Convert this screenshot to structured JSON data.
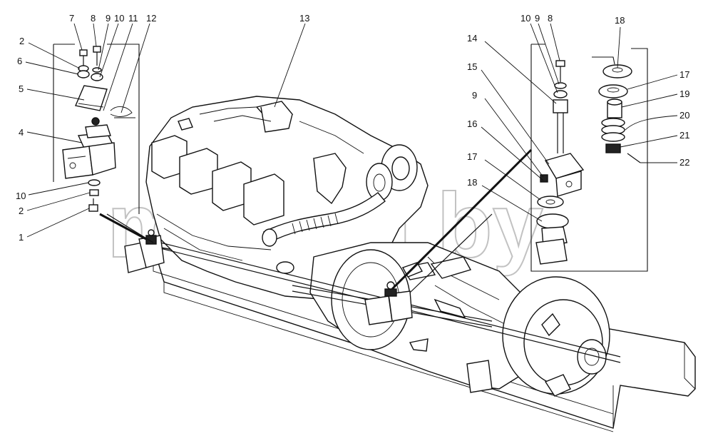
{
  "watermark": "mazika.by",
  "left_callouts": {
    "c7": "7",
    "c8": "8",
    "c9": "9",
    "c10": "10",
    "c11": "11",
    "c12": "12",
    "c2a": "2",
    "c6": "6",
    "c5": "5",
    "c4": "4",
    "c10b": "10",
    "c2b": "2",
    "c1": "1"
  },
  "center_callouts": {
    "c13": "13"
  },
  "right_callouts": {
    "c14": "14",
    "c15": "15",
    "c9": "9",
    "c16": "16",
    "c17a": "17",
    "c18a": "18",
    "c10": "10",
    "c9b": "9",
    "c8": "8",
    "c18b": "18",
    "c17b": "17",
    "c19": "19",
    "c20": "20",
    "c21": "21",
    "c22": "22"
  }
}
